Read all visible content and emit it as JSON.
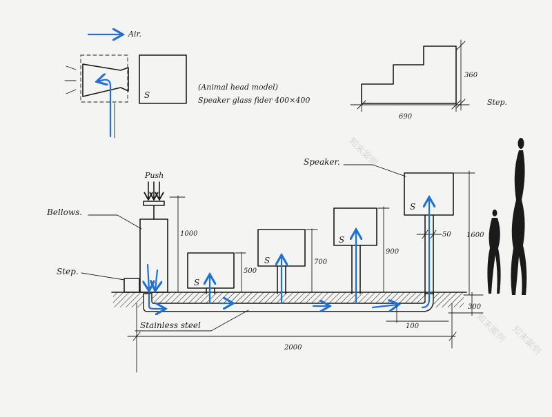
{
  "labels": {
    "air": "Air.",
    "model_line1": "(Animal head model)",
    "model_line2": "Speaker glass fider 400×400",
    "step_top": "Step.",
    "speaker": "Speaker.",
    "push": "Push",
    "bellows": "Bellows.",
    "step_left": "Step.",
    "stainless": "Stainless steel",
    "s": "S"
  },
  "dimensions": {
    "step_height": "360",
    "step_width": "690",
    "bellows_height": "1000",
    "box1_height": "500",
    "box2_height": "700",
    "box3_height": "900",
    "box4_height": "1600",
    "pipe_width": "50",
    "ground_depth": "300",
    "pipe_depth": "100",
    "total_length": "2000"
  },
  "watermark": "知末案例",
  "colors": {
    "ink": "#1a1a1a",
    "air_blue": "#1f6fd6",
    "paper": "#f4f4f2"
  }
}
